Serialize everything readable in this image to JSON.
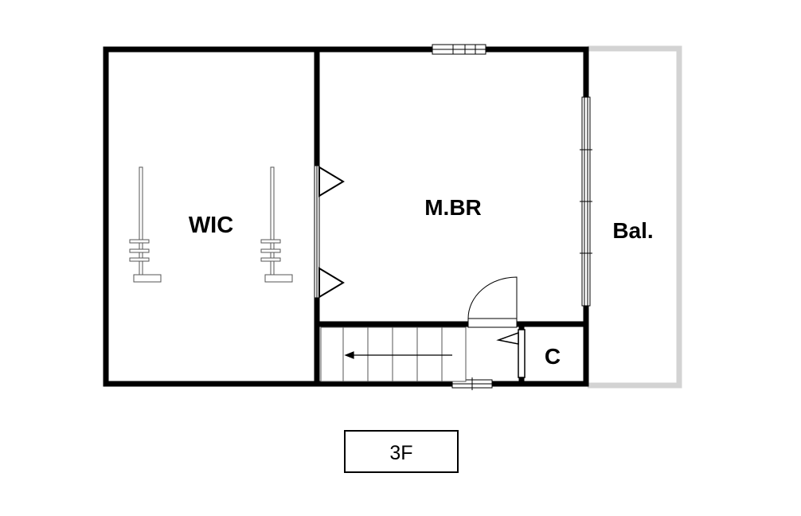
{
  "plan": {
    "floor_label": "3F",
    "rooms": {
      "wic": "WIC",
      "master_bedroom": "M.BR",
      "balcony": "Bal.",
      "closet": "C"
    }
  },
  "colors": {
    "wall": "#000000",
    "balcony_rail": "#d3d3d3",
    "fixture": "#555555",
    "background": "#ffffff"
  }
}
